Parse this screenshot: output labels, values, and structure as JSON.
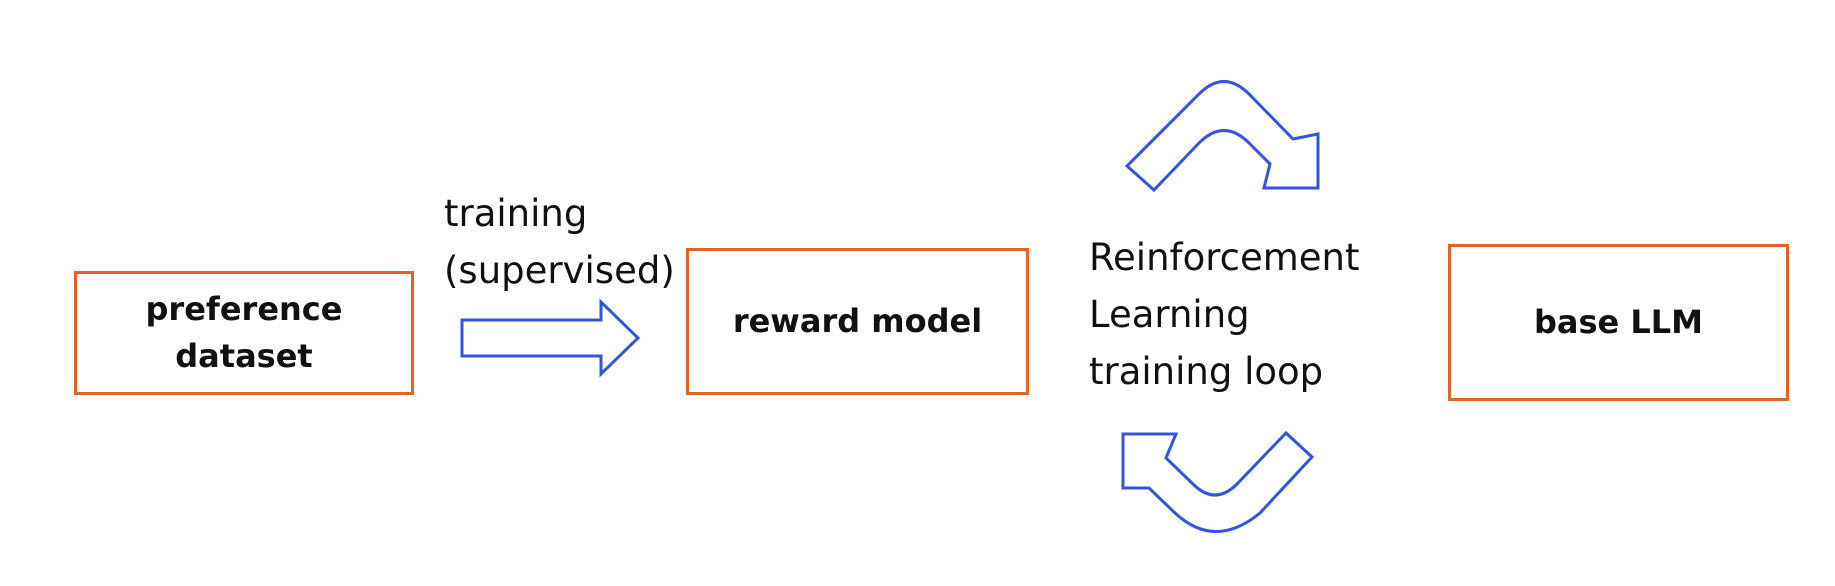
{
  "nodes": {
    "preference_dataset": "preference\ndataset",
    "reward_model": "reward model",
    "base_llm": "base LLM"
  },
  "edges": {
    "training_line1": "training",
    "training_line2": "(supervised)",
    "rl_line1": "Reinforcement",
    "rl_line2": "Learning",
    "rl_line3": "training loop"
  },
  "icons": [
    "right-arrow-icon",
    "curved-arrow-top-icon",
    "curved-arrow-bottom-icon"
  ],
  "colors": {
    "box_border": "#e0642a",
    "arrow_stroke": "#3355dd"
  }
}
